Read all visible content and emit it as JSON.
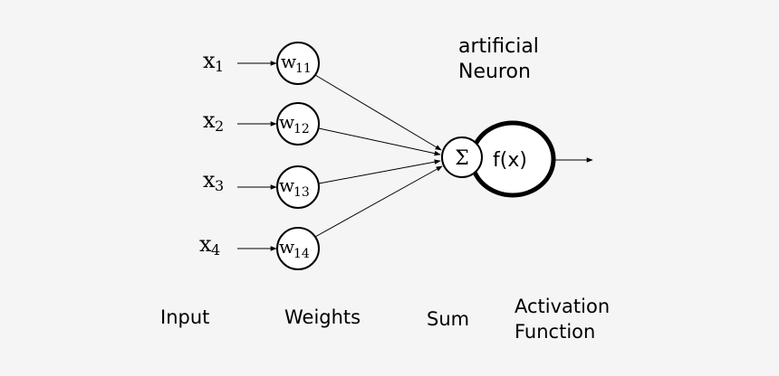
{
  "title": {
    "line1": "artificial",
    "line2": "Neuron"
  },
  "inputs": [
    {
      "base": "x",
      "sub": "1"
    },
    {
      "base": "x",
      "sub": "2"
    },
    {
      "base": "x",
      "sub": "3"
    },
    {
      "base": "x",
      "sub": "4"
    }
  ],
  "weights": [
    {
      "base": "w",
      "sub": "11"
    },
    {
      "base": "w",
      "sub": "12"
    },
    {
      "base": "w",
      "sub": "13"
    },
    {
      "base": "w",
      "sub": "14"
    }
  ],
  "sum_symbol": "Σ",
  "activation_symbol": "f(x)",
  "column_labels": {
    "input": "Input",
    "weights": "Weights",
    "sum": "Sum",
    "activation_line1": "Activation",
    "activation_line2": "Function"
  },
  "colors": {
    "background": "#f5f5f5",
    "stroke": "#000000",
    "node_fill": "#ffffff"
  }
}
